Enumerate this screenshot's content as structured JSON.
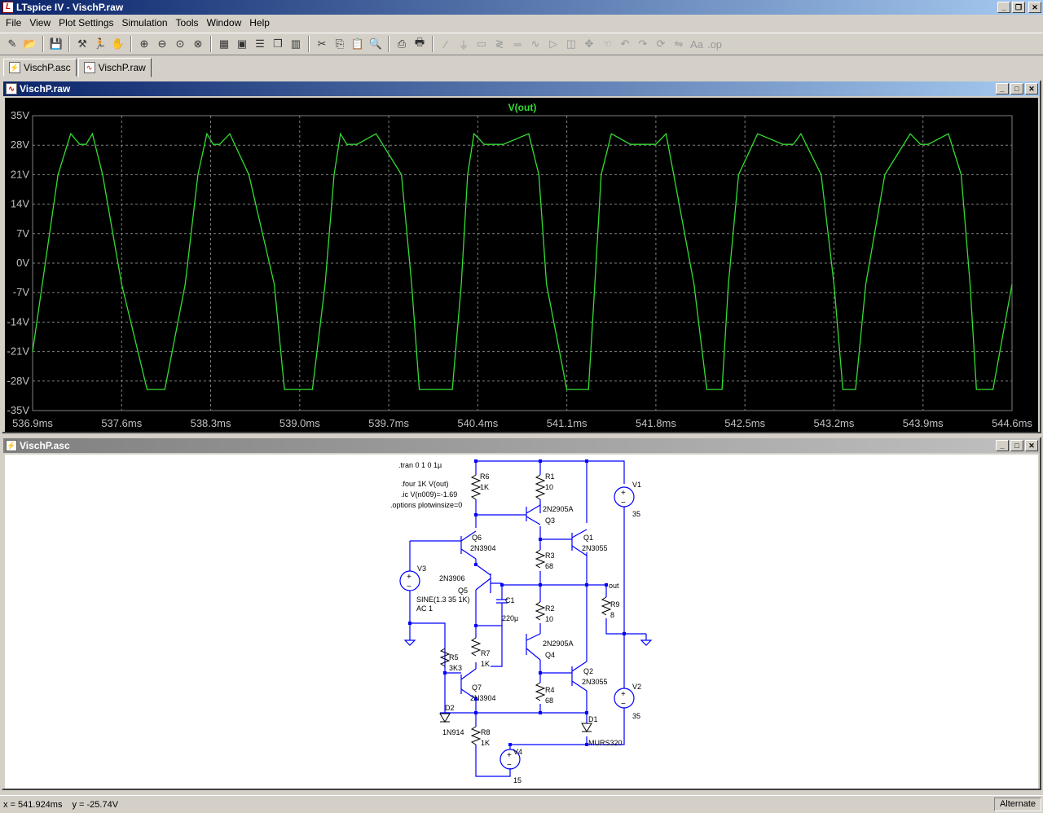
{
  "app": {
    "title": "LTspice IV - VischP.raw"
  },
  "menu": [
    "File",
    "View",
    "Plot Settings",
    "Simulation",
    "Tools",
    "Window",
    "Help"
  ],
  "toolbar_icons": [
    "new-schematic-icon",
    "open-icon",
    "save-icon",
    "control-panel-icon",
    "run-icon",
    "halt-icon",
    "zoom-in-icon",
    "zoom-out-icon",
    "zoom-fit-icon",
    "zoom-cancel-icon",
    "autorange-icon",
    "plot-settings-icon",
    "tile-horizontal-icon",
    "cascade-icon",
    "tile-vertical-icon",
    "cut-icon",
    "copy-icon",
    "paste-icon",
    "find-icon",
    "print-preview-icon",
    "print-icon",
    "wire-icon",
    "ground-icon",
    "label-icon",
    "resistor-icon",
    "capacitor-icon",
    "inductor-icon",
    "diode-icon",
    "component-icon",
    "move-icon",
    "drag-icon",
    "undo-icon",
    "redo-icon",
    "rotate-icon",
    "mirror-icon",
    "text-icon",
    "spice-directive-icon"
  ],
  "tabs": [
    {
      "label": "VischP.asc",
      "icon": "schematic-icon"
    },
    {
      "label": "VischP.raw",
      "icon": "waveform-icon"
    }
  ],
  "plot": {
    "window_title": "VischP.raw",
    "trace_color": "#33dd33",
    "chart_data": {
      "type": "line",
      "title": "V(out)",
      "xlabel": "",
      "ylabel": "",
      "xlim": [
        536.9,
        544.6
      ],
      "ylim": [
        -35,
        35
      ],
      "x_unit": "ms",
      "y_unit": "V",
      "grid": true,
      "x_ticks": [
        "536.9ms",
        "537.6ms",
        "538.3ms",
        "539.0ms",
        "539.7ms",
        "540.4ms",
        "541.1ms",
        "541.8ms",
        "542.5ms",
        "543.2ms",
        "543.9ms",
        "544.6ms"
      ],
      "y_ticks": [
        "35V",
        "28V",
        "21V",
        "14V",
        "7V",
        "0V",
        "-7V",
        "-14V",
        "-21V",
        "-28V",
        "-35V"
      ],
      "series": [
        {
          "name": "V(out)",
          "period_ms": 1.0,
          "x": [
            536.9,
            537.1,
            537.2,
            537.27,
            537.32,
            537.37,
            537.45,
            537.6,
            537.8,
            537.88,
            537.94,
            538.1,
            538.2,
            538.27,
            538.32,
            538.37,
            538.45,
            538.6,
            538.8,
            538.88,
            538.94,
            539.1,
            539.2,
            539.27,
            539.32,
            539.37,
            539.45,
            539.6,
            539.8,
            539.88,
            539.94,
            540.1,
            540.2,
            540.27,
            540.32,
            540.37,
            540.45,
            540.6,
            540.8,
            540.88,
            540.94,
            541.1,
            541.2,
            541.27,
            541.32,
            541.37,
            541.45,
            541.6,
            541.8,
            541.88,
            541.94,
            542.1,
            542.2,
            542.27,
            542.32,
            542.37,
            542.45,
            542.6,
            542.8,
            542.88,
            542.94,
            543.1,
            543.2,
            543.27,
            543.32,
            543.37,
            543.45,
            543.6,
            543.8,
            543.88,
            543.94,
            544.1,
            544.2,
            544.27,
            544.32,
            544.37,
            544.45,
            544.6
          ],
          "y": [
            -21,
            21,
            30.7,
            28.2,
            28.2,
            30.7,
            21,
            -5,
            -30,
            -30,
            -30,
            -5,
            21,
            30.7,
            28.2,
            28.2,
            30.7,
            21,
            -5,
            -30,
            -30,
            -30,
            -5,
            21,
            30.7,
            28.2,
            28.2,
            30.7,
            21,
            -5,
            -30,
            -30,
            -30,
            -5,
            21,
            30.7,
            28.2,
            28.2,
            30.7,
            21,
            -5,
            -30,
            -30,
            -30,
            -5,
            21,
            30.7,
            28.2,
            28.2,
            30.7,
            21,
            -5,
            -30,
            -30,
            -30,
            -5,
            21,
            30.7,
            28.2,
            28.2,
            30.7,
            21,
            -5,
            -30,
            -30,
            -30,
            -5,
            21,
            30.7,
            28.2,
            28.2,
            30.7,
            21,
            -5,
            -30,
            -30,
            -30,
            -5
          ]
        }
      ]
    }
  },
  "schematic": {
    "window_title": "VischP.asc",
    "directives": [
      ".tran 0 1 0 1µ",
      ".four 1K V(out)",
      ".ic V(n009)=-1.69",
      ".options plotwinsize=0"
    ],
    "labels": {
      "R6": "R6",
      "R6v": "1K",
      "R1": "R1",
      "R1v": "10",
      "V1": "V1",
      "V1v": "35",
      "Q3t": "2N2905A",
      "Q3": "Q3",
      "Q6": "Q6",
      "Q6t": "2N3904",
      "Q1": "Q1",
      "Q1t": "2N3055",
      "R3": "R3",
      "R3v": "68",
      "V3": "V3",
      "Q5t": "2N3906",
      "Q5": "Q5",
      "out": "out",
      "C1": "C1",
      "C1v": "220µ",
      "V3v": "SINE(1.3 35 1K)",
      "V3ac": "AC 1",
      "R9": "R9",
      "R9v": "8",
      "R2": "R2",
      "R2v": "10",
      "Q4t": "2N2905A",
      "Q4": "Q4",
      "R5": "R5",
      "R5v": "3K3",
      "R7": "R7",
      "R7v": "1K",
      "Q2": "Q2",
      "Q2t": "2N3055",
      "Q7": "Q7",
      "Q7t": "2N3904",
      "R4": "R4",
      "R4v": "68",
      "V2": "V2",
      "V2v": "35",
      "D2": "D2",
      "D2t": "1N914",
      "D1": "D1",
      "D1t": "MURS320",
      "R8": "R8",
      "R8v": "1K",
      "V4": "V4",
      "V4v": "15"
    }
  },
  "status": {
    "x": "x = 541.924ms",
    "y": "y = -25.74V",
    "mode": "Alternate"
  }
}
